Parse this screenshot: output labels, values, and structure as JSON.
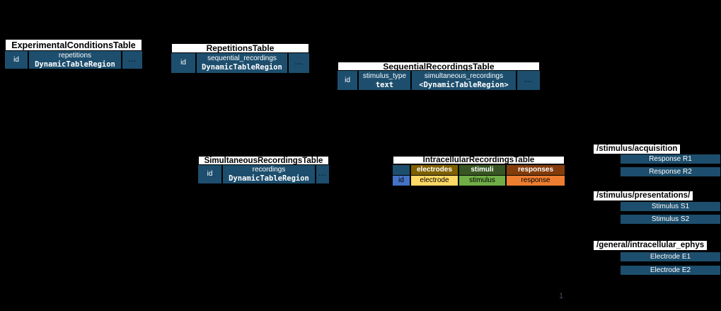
{
  "page": {
    "background": "#000000",
    "page_number": "1"
  },
  "colors": {
    "table_blue": "#1d4e6d",
    "id_blue": "#4472c4",
    "electrodes_dark": "#7f6000",
    "electrode_light": "#ffd966",
    "stimuli_dark": "#375623",
    "stimulus_light": "#70ad47",
    "responses_dark": "#833c0b",
    "response_light": "#ed7d31",
    "title_bar_bg": "#ffffff",
    "page_number_color": "#44546a"
  },
  "tables": [
    {
      "title": "ExperimentalConditionsTable",
      "cells": [
        {
          "line1": "id"
        },
        {
          "line1": "repetitions",
          "line2": "DynamicTableRegion"
        },
        {
          "line1": "..."
        }
      ]
    },
    {
      "title": "RepetitionsTable",
      "cells": [
        {
          "line1": "id"
        },
        {
          "line1": "sequential_recordings",
          "line2": "DynamicTableRegion"
        },
        {
          "line1": "..."
        }
      ]
    },
    {
      "title": "SequentialRecordingsTable",
      "cells": [
        {
          "line1": "id"
        },
        {
          "line1": "stimulus_type",
          "line2": "text"
        },
        {
          "line1": "simultaneous_recordings",
          "line2": "<DynamicTableRegion>"
        },
        {
          "line1": "..."
        }
      ]
    },
    {
      "title": "SimultaneousRecordingsTable",
      "cells": [
        {
          "line1": "id"
        },
        {
          "line1": "recordings",
          "line2": "DynamicTableRegion"
        },
        {
          "line1": "..."
        }
      ]
    }
  ],
  "irt": {
    "title": "IntracellularRecordingsTable",
    "category_row": [
      "",
      "electrodes",
      "stimuli",
      "responses"
    ],
    "column_row": [
      "id",
      "electrode",
      "stimulus",
      "response"
    ]
  },
  "groups": [
    {
      "path": "/stimulus/acquisition",
      "items": [
        "Response R1",
        "Response R2"
      ]
    },
    {
      "path": "/stimulus/presentations/",
      "items": [
        "Stimulus S1",
        "Stimulus S2"
      ]
    },
    {
      "path": "/general/intracellular_ephys",
      "items": [
        "Electrode E1",
        "Electrode E2"
      ]
    }
  ]
}
